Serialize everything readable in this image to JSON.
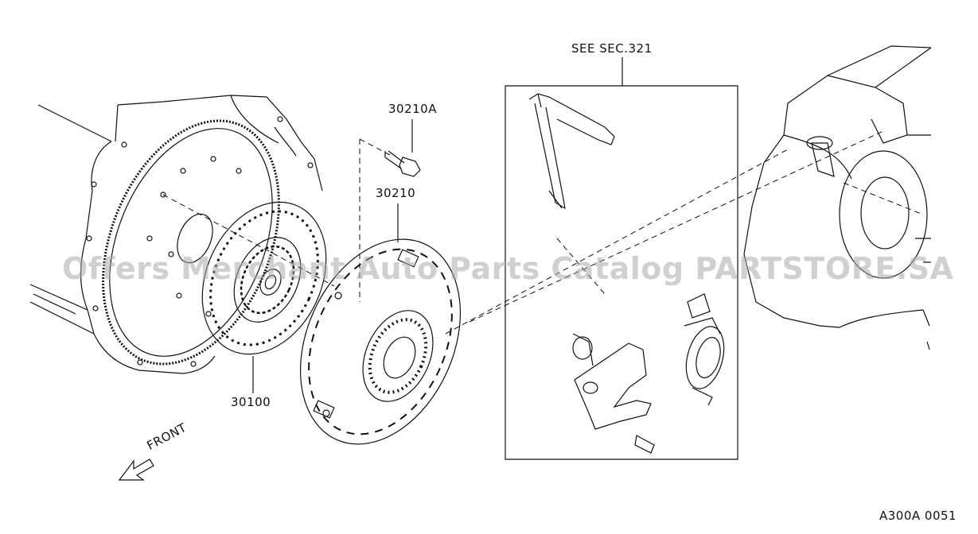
{
  "diagram": {
    "watermark": "Offers Merchant Auto Parts Catalog PARTSTORE.SA",
    "reference_note": "SEE SEC.321",
    "front_label": "FRONT",
    "figure_code": "A300A 0051",
    "parts": [
      {
        "id": "30210A"
      },
      {
        "id": "30210"
      },
      {
        "id": "30100"
      }
    ]
  },
  "colors": {
    "line": "#111111",
    "background": "#ffffff",
    "watermark": "#aaaaaa"
  }
}
